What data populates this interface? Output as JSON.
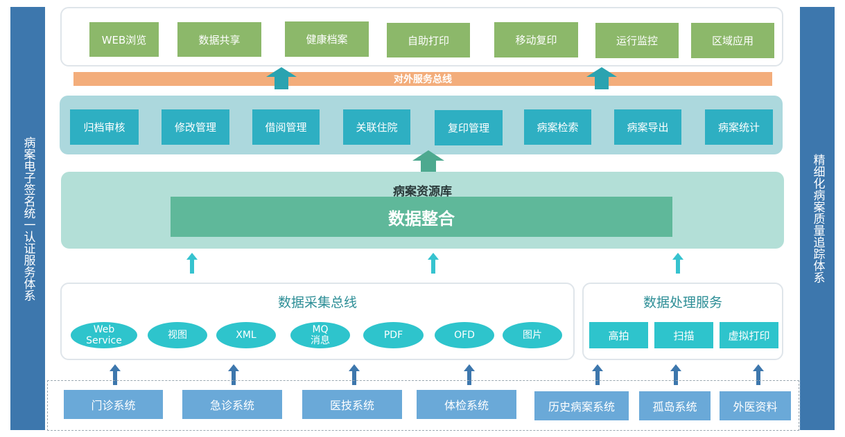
{
  "left_bar": {
    "label": "病案电子签名统一认证服务体系"
  },
  "right_bar": {
    "label": "精细化病案质量追踪体系"
  },
  "applications": [
    "WEB浏览",
    "数据共享",
    "健康档案",
    "自助打印",
    "移动复印",
    "运行监控",
    "区域应用"
  ],
  "service_bus": {
    "label": "对外服务总线"
  },
  "management": [
    "归档审核",
    "修改管理",
    "借阅管理",
    "关联住院",
    "复印管理",
    "病案检索",
    "病案导出",
    "病案统计"
  ],
  "repository": {
    "title": "病案资源库",
    "integration": "数据整合"
  },
  "collection": {
    "title": "数据采集总线",
    "items": [
      {
        "line1": "Web",
        "line2": "Service"
      },
      {
        "line1": "视图",
        "line2": ""
      },
      {
        "line1": "XML",
        "line2": ""
      },
      {
        "line1": "MQ",
        "line2": "消息"
      },
      {
        "line1": "PDF",
        "line2": ""
      },
      {
        "line1": "OFD",
        "line2": ""
      },
      {
        "line1": "图片",
        "line2": ""
      }
    ]
  },
  "processing": {
    "title": "数据处理服务",
    "items": [
      "高拍",
      "扫描",
      "虚拟打印"
    ]
  },
  "sources": [
    "门诊系统",
    "急诊系统",
    "医技系统",
    "体检系统",
    "历史病案系统",
    "孤岛系统",
    "外医资料"
  ],
  "colors": {
    "side": "#3d77ad",
    "app": "#8cb86a",
    "bus": "#f3ad7b",
    "mgmt": "#2eafc2",
    "repo": "#b3dfd7",
    "integration": "#5fb89a",
    "pill": "#2ec4cc",
    "source": "#6aa9d8"
  }
}
